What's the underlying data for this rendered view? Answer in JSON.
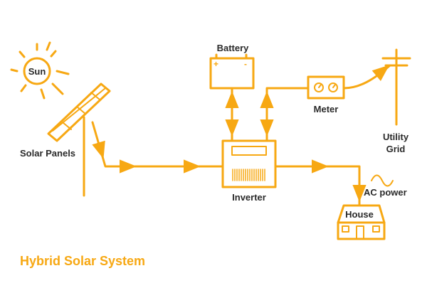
{
  "colors": {
    "accent": "#f7a813",
    "text": "#2a2a2a",
    "background": "#ffffff"
  },
  "title": "Hybrid Solar System",
  "nodes": {
    "sun": {
      "label": "Sun",
      "icon": "sun-icon"
    },
    "solar_panels": {
      "label": "Solar Panels",
      "icon": "solar-panel-icon"
    },
    "battery": {
      "label": "Battery",
      "icon": "battery-icon",
      "terminal_plus": "+",
      "terminal_minus": "-"
    },
    "meter": {
      "label": "Meter",
      "icon": "meter-icon"
    },
    "utility_grid": {
      "label_line1": "Utility",
      "label_line2": "Grid",
      "icon": "utility-pole-icon"
    },
    "inverter": {
      "label": "Inverter",
      "icon": "inverter-icon"
    },
    "ac_power": {
      "label": "AC power",
      "icon": "sine-wave-icon"
    },
    "house": {
      "label": "House",
      "icon": "house-icon"
    }
  }
}
